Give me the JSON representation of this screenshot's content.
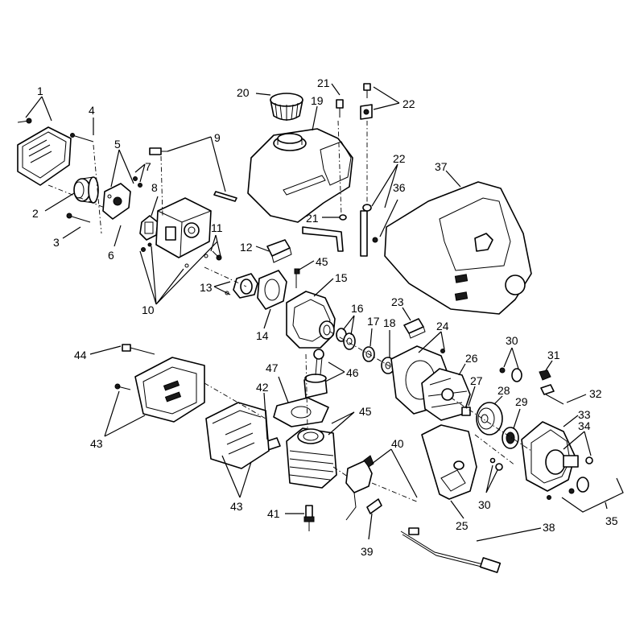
{
  "callouts": [
    {
      "id": "c1",
      "text": "1"
    },
    {
      "id": "c2",
      "text": "2"
    },
    {
      "id": "c3",
      "text": "3"
    },
    {
      "id": "c4",
      "text": "4"
    },
    {
      "id": "c5",
      "text": "5"
    },
    {
      "id": "c6",
      "text": "6"
    },
    {
      "id": "c7",
      "text": "7"
    },
    {
      "id": "c8",
      "text": "8"
    },
    {
      "id": "c9",
      "text": "9"
    },
    {
      "id": "c10",
      "text": "10"
    },
    {
      "id": "c11",
      "text": "11"
    },
    {
      "id": "c12",
      "text": "12"
    },
    {
      "id": "c13",
      "text": "13"
    },
    {
      "id": "c14",
      "text": "14"
    },
    {
      "id": "c15",
      "text": "15"
    },
    {
      "id": "c16",
      "text": "16"
    },
    {
      "id": "c17",
      "text": "17"
    },
    {
      "id": "c18",
      "text": "18"
    },
    {
      "id": "c19",
      "text": "19"
    },
    {
      "id": "c20",
      "text": "20"
    },
    {
      "id": "c21a",
      "text": "21"
    },
    {
      "id": "c21b",
      "text": "21"
    },
    {
      "id": "c22a",
      "text": "22"
    },
    {
      "id": "c22b",
      "text": "22"
    },
    {
      "id": "c23",
      "text": "23"
    },
    {
      "id": "c24",
      "text": "24"
    },
    {
      "id": "c25",
      "text": "25"
    },
    {
      "id": "c26",
      "text": "26"
    },
    {
      "id": "c27",
      "text": "27"
    },
    {
      "id": "c28",
      "text": "28"
    },
    {
      "id": "c29",
      "text": "29"
    },
    {
      "id": "c30a",
      "text": "30"
    },
    {
      "id": "c30b",
      "text": "30"
    },
    {
      "id": "c31",
      "text": "31"
    },
    {
      "id": "c32",
      "text": "32"
    },
    {
      "id": "c33",
      "text": "33"
    },
    {
      "id": "c34",
      "text": "34"
    },
    {
      "id": "c35",
      "text": "35"
    },
    {
      "id": "c36",
      "text": "36"
    },
    {
      "id": "c37",
      "text": "37"
    },
    {
      "id": "c38",
      "text": "38"
    },
    {
      "id": "c39",
      "text": "39"
    },
    {
      "id": "c40",
      "text": "40"
    },
    {
      "id": "c41",
      "text": "41"
    },
    {
      "id": "c42",
      "text": "42"
    },
    {
      "id": "c43a",
      "text": "43"
    },
    {
      "id": "c43b",
      "text": "43"
    },
    {
      "id": "c44",
      "text": "44"
    },
    {
      "id": "c45a",
      "text": "45"
    },
    {
      "id": "c45b",
      "text": "45"
    },
    {
      "id": "c46",
      "text": "46"
    },
    {
      "id": "c47",
      "text": "47"
    }
  ],
  "colors": {
    "line": "#000000",
    "background": "#ffffff",
    "shade": "#bdbdbd"
  }
}
